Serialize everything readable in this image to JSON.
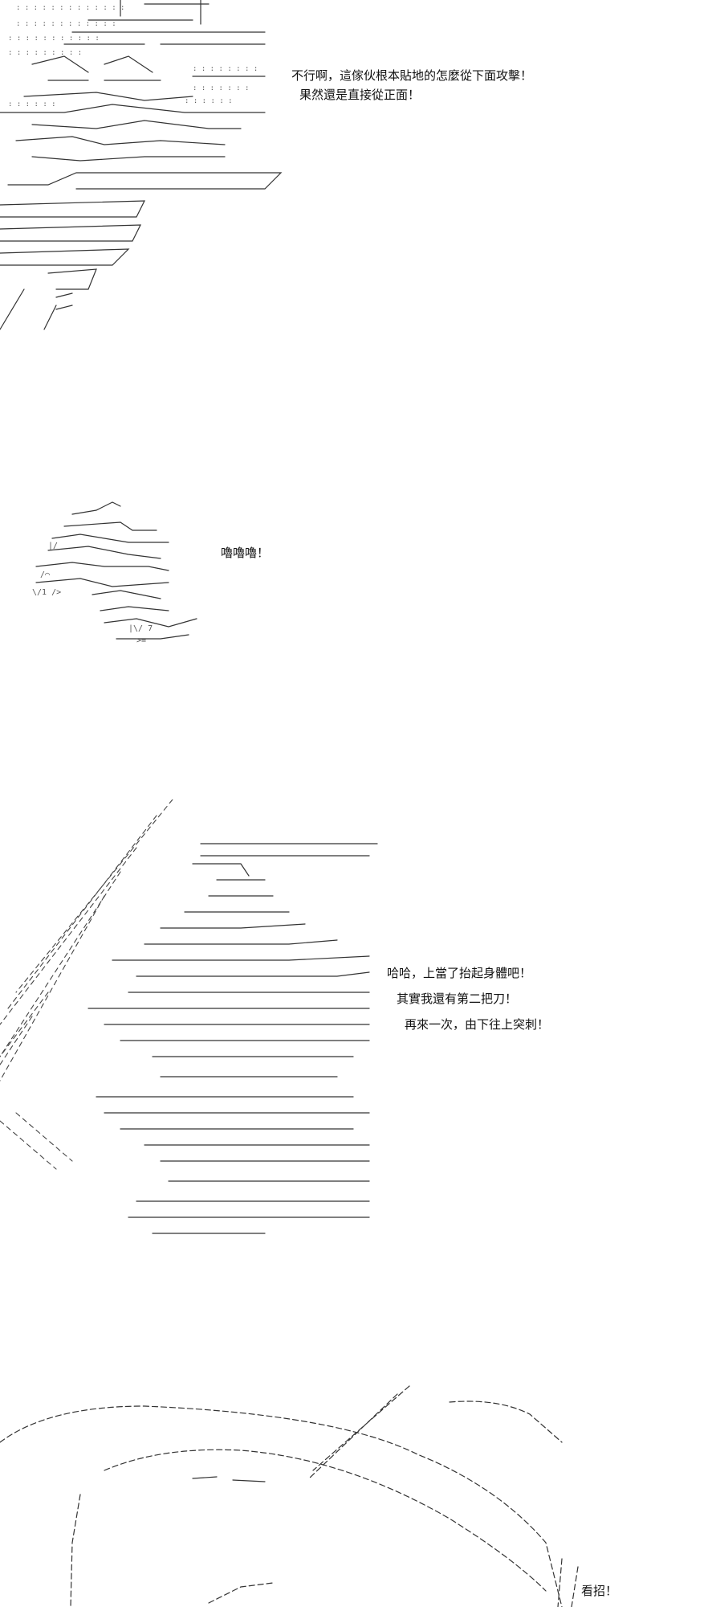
{
  "panels": [
    {
      "lines": [
        "不行啊，這傢伙根本貼地的怎麼從下面攻擊！",
        "果然還是直接從正面！"
      ]
    },
    {
      "lines": [
        "嚕嚕嚕！"
      ]
    },
    {
      "lines": [
        "哈哈，上當了抬起身體吧！",
        "其實我還有第二把刀！",
        "再來一次，由下往上突刺！"
      ]
    },
    {
      "lines": [
        "看招！"
      ]
    }
  ],
  "colors": {
    "ink": "#1a1a1a",
    "background": "#ffffff"
  }
}
